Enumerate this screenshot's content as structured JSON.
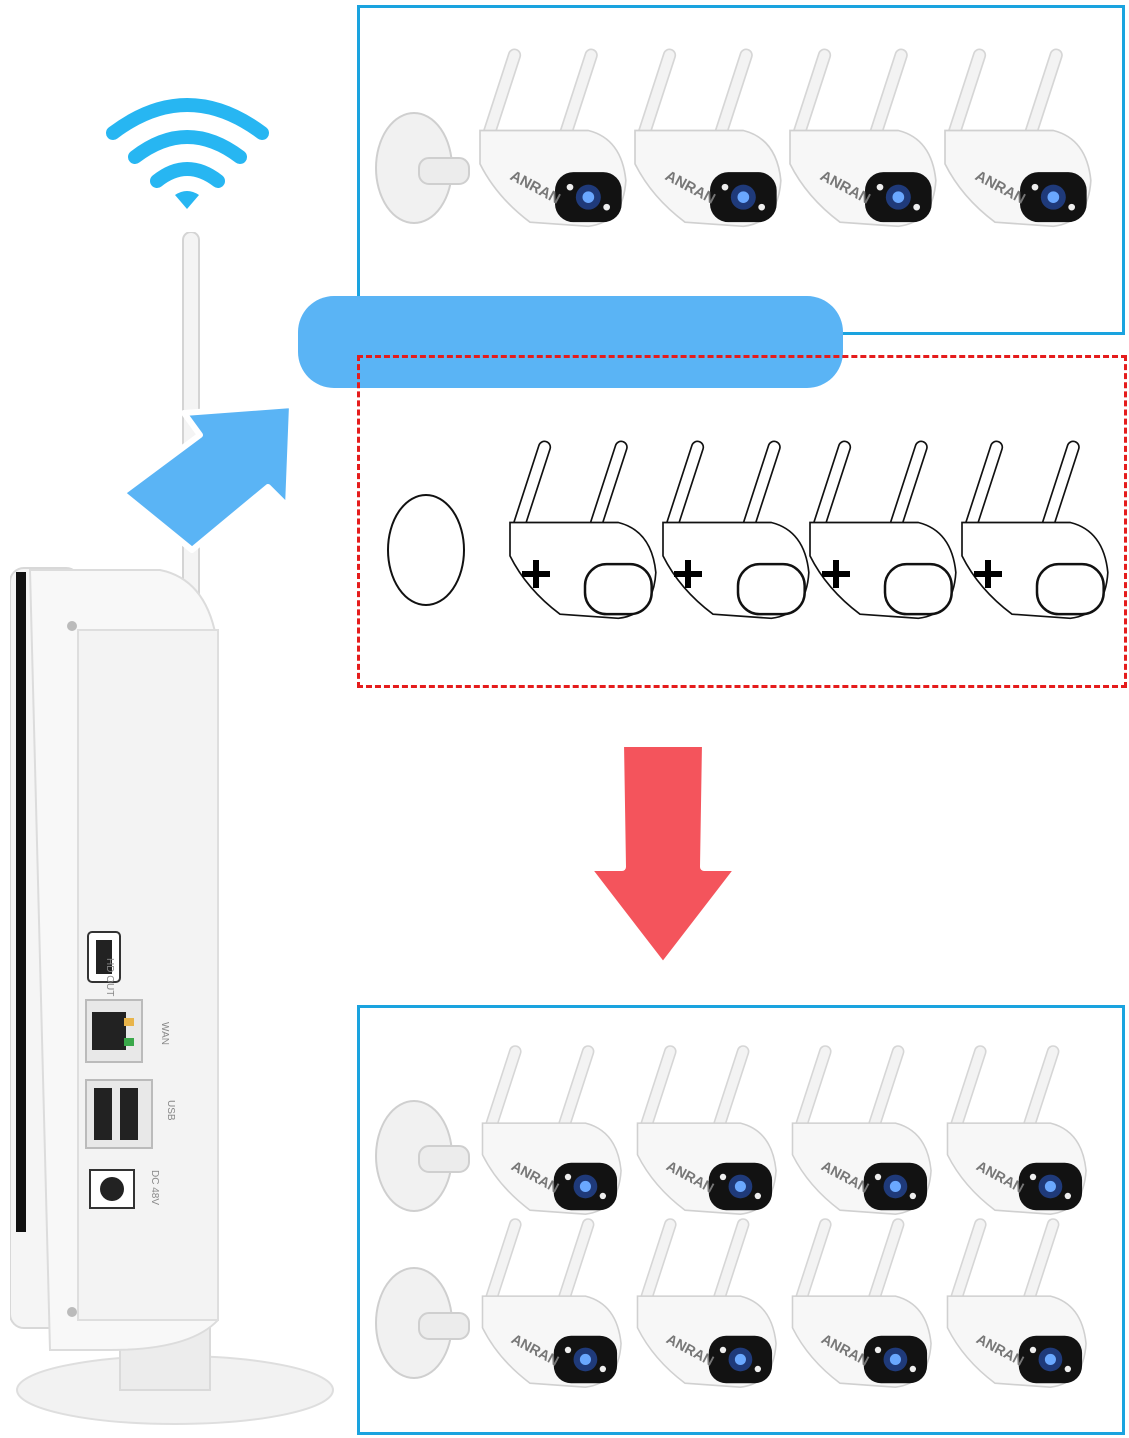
{
  "brand": {
    "logo_text": "ANRAN"
  },
  "nvr": {
    "ports": {
      "hdmi_label": "HD OUT",
      "wan_label": "WAN",
      "usb_label": "USB",
      "dc_label": "DC 48V"
    }
  },
  "groups": {
    "top_count": 4,
    "expansion_count": 4,
    "bottom_count": 8
  },
  "icons": {
    "wifi": "wifi-icon",
    "arrow_up": "arrow-up-right-icon",
    "arrow_down": "arrow-down-icon",
    "plus": "plus-icon"
  },
  "colors": {
    "solid_border": "#1aa3df",
    "dashed_border": "#e51c1c",
    "banner": "#5ab4f5",
    "wifi": "#27b6f2",
    "arrow_up": "#5ab4f5",
    "arrow_down": "#f4545c"
  }
}
